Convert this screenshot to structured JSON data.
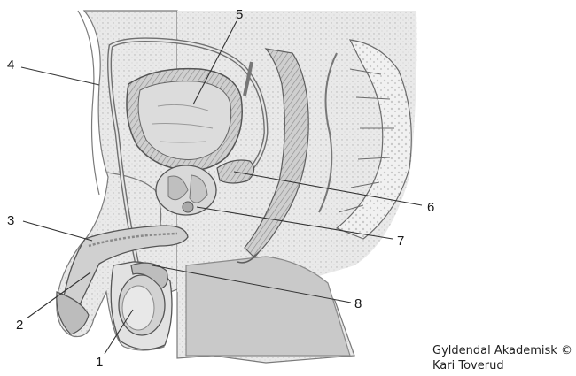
{
  "diagram": {
    "labels": [
      {
        "id": "1",
        "text": "1"
      },
      {
        "id": "2",
        "text": "2"
      },
      {
        "id": "3",
        "text": "3"
      },
      {
        "id": "4",
        "text": "4"
      },
      {
        "id": "5",
        "text": "5"
      },
      {
        "id": "6",
        "text": "6"
      },
      {
        "id": "7",
        "text": "7"
      },
      {
        "id": "8",
        "text": "8"
      }
    ],
    "credit": {
      "line1": "Gyldendal Akademisk ©",
      "line2": "Kari Toverud"
    },
    "colors": {
      "outline": "#555555",
      "tissue_light": "#ececec",
      "tissue_mid": "#d6d6d6",
      "tissue_dark": "#9a9a9a",
      "leader": "#333333"
    }
  }
}
